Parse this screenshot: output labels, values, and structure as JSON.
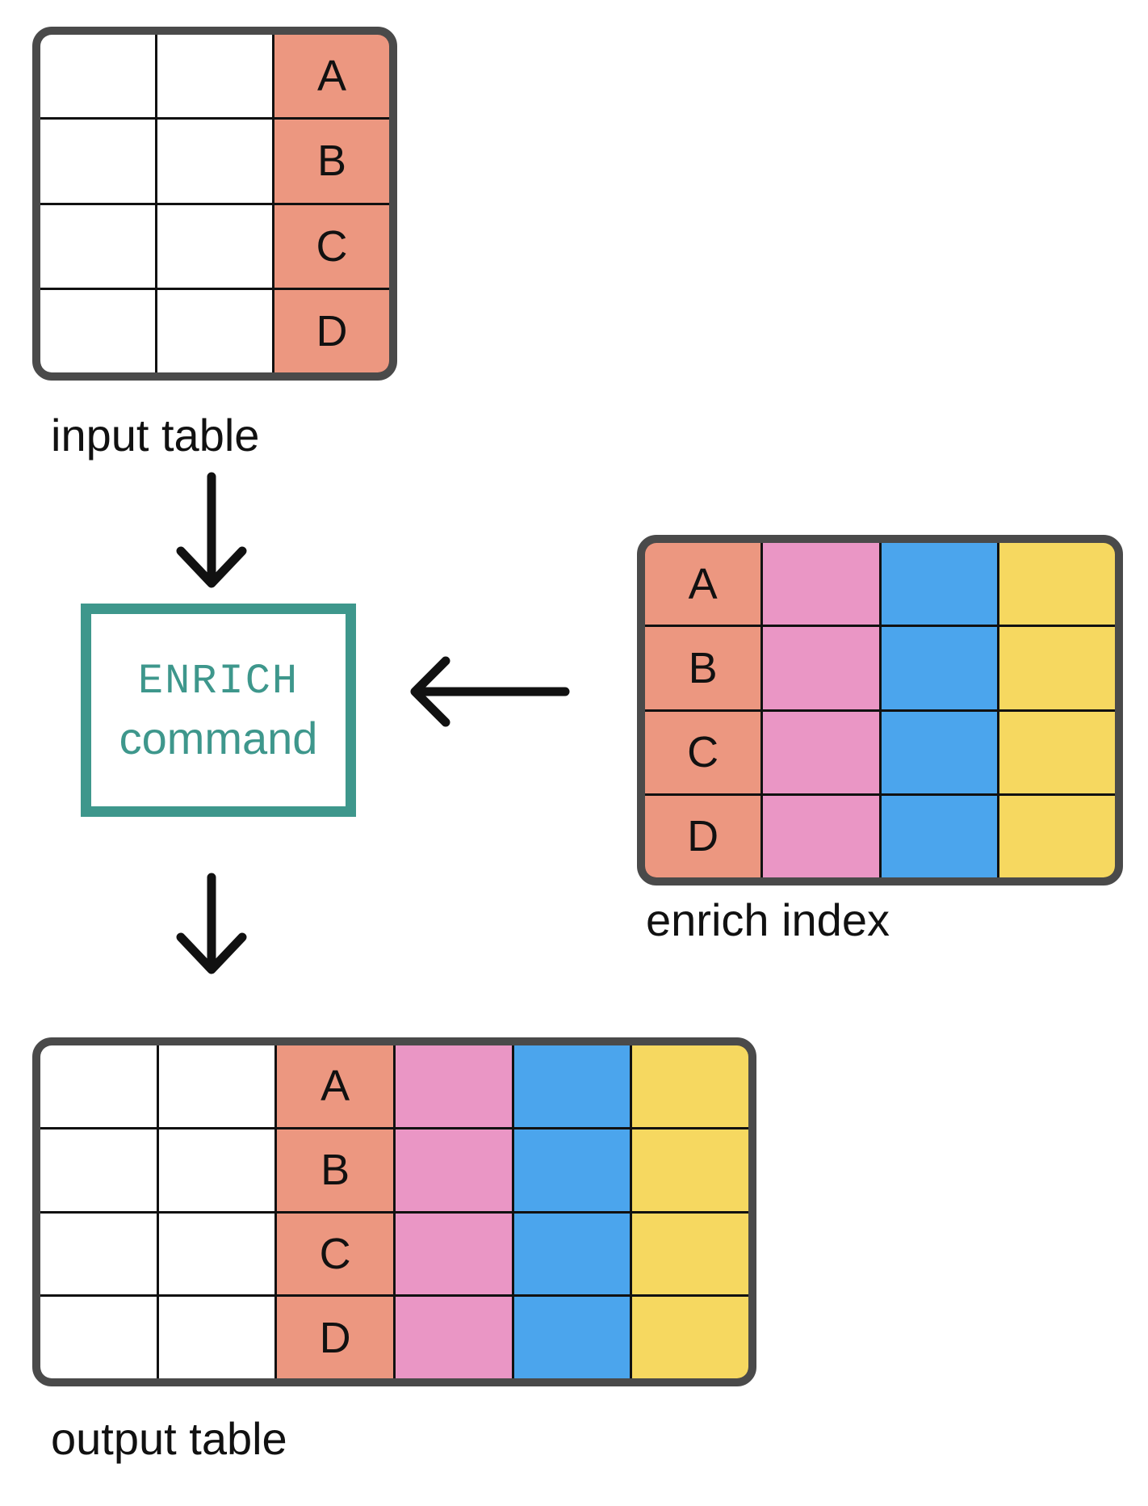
{
  "diagram": {
    "input_table_label": "input table",
    "enrich_index_label": "enrich index",
    "output_table_label": "output table",
    "enrich_box": {
      "title": "ENRICH",
      "subtitle": "command"
    }
  },
  "key_letters": [
    "A",
    "B",
    "C",
    "D"
  ],
  "colors": {
    "key_column": "#EC9780",
    "pink_column": "#EA96C5",
    "blue_column": "#4BA5ED",
    "yellow_column": "#F6D860",
    "enrich_accent": "#3E978C",
    "table_outer_border": "#4A4A4A",
    "grid_line": "#111111",
    "arrow": "#111111",
    "text": "#111111",
    "background": "#FFFFFF"
  },
  "tables": {
    "input": {
      "rows": 4,
      "columns": [
        "plain",
        "plain",
        "key"
      ],
      "key_column_index": 2
    },
    "enrich_index": {
      "rows": 4,
      "columns": [
        "key",
        "pink",
        "blue",
        "yellow"
      ],
      "key_column_index": 0
    },
    "output": {
      "rows": 4,
      "columns": [
        "plain",
        "plain",
        "key",
        "pink",
        "blue",
        "yellow"
      ],
      "key_column_index": 2
    }
  }
}
